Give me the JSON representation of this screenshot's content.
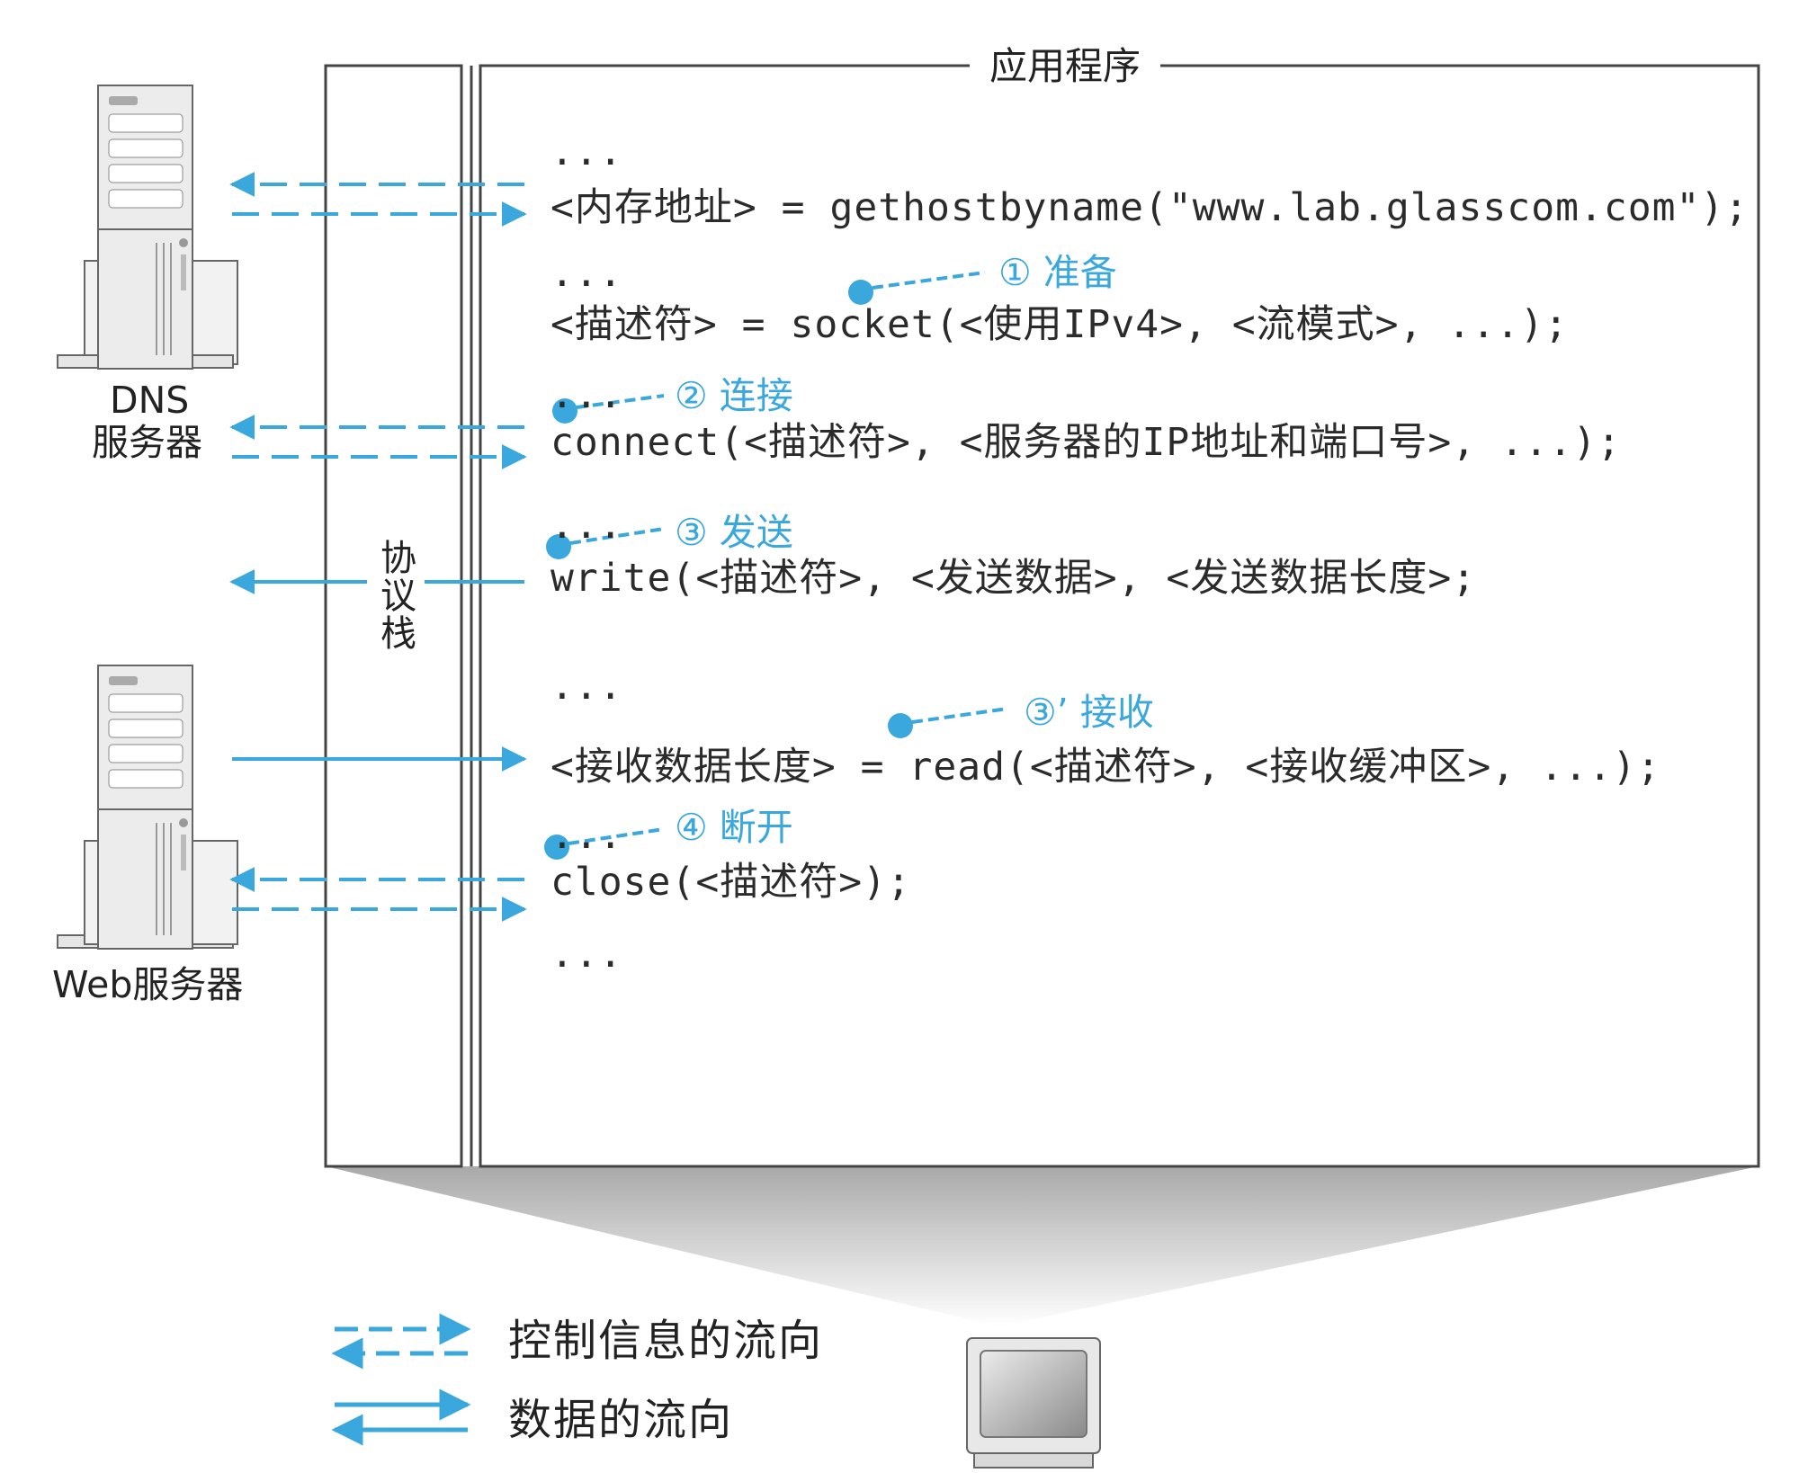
{
  "app_title": "应用程序",
  "protocol_stack_label": "协议栈",
  "servers": {
    "dns": [
      "DNS",
      "服务器"
    ],
    "web": "Web服务器"
  },
  "code_lines": [
    "...",
    "<内存地址> = gethostbyname(\"www.lab.glasscom.com\");",
    "...",
    "<描述符> = socket(<使用IPv4>, <流模式>, ...);",
    "...",
    "connect(<描述符>, <服务器的IP地址和端口号>, ...);",
    "...",
    "write(<描述符>, <发送数据>, <发送数据长度>;",
    "...",
    "<接收数据长度> = read(<描述符>, <接收缓冲区>, ...);",
    "...",
    "close(<描述符>);",
    "..."
  ],
  "steps": [
    "① 准备",
    "② 连接",
    "③ 发送",
    "③’ 接收",
    "④ 断开"
  ],
  "legend": {
    "control": "控制信息的流向",
    "data": "数据的流向"
  },
  "colors": {
    "accent": "#3aa7dd",
    "box_border": "#444444",
    "server_gray": "#e3e3e3"
  }
}
